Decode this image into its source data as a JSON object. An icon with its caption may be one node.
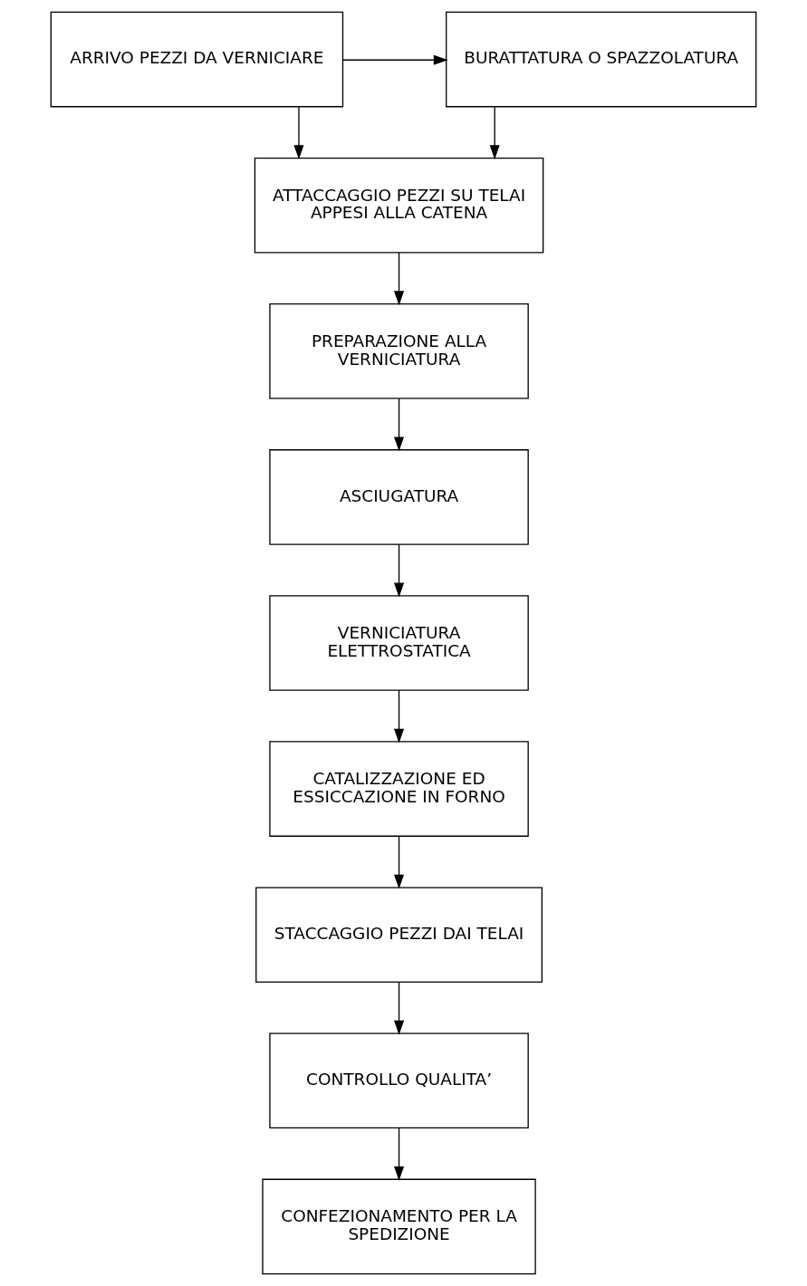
{
  "diagram": {
    "nodes": [
      {
        "text": [
          "ARRIVO PEZZI DA VERNICIARE"
        ]
      },
      {
        "text": [
          "BURATTATURA O SPAZZOLATURA"
        ]
      },
      {
        "text": [
          "ATTACCAGGIO PEZZI SU TELAI APPESI ALLA CATENA"
        ]
      },
      {
        "text": [
          "PREPARAZIONE ALLA VERNICIATURA"
        ]
      },
      {
        "text": [
          "ASCIUGATURA"
        ]
      },
      {
        "text": [
          "VERNICIATURA ELETTROSTATICA"
        ]
      },
      {
        "text": [
          "CATALIZZAZIONE ED ESSICCAZIONE IN FORNO"
        ]
      },
      {
        "text": [
          "STACCAGGIO PEZZI DAI TELAI"
        ]
      },
      {
        "text": [
          "CONTROLLO QUALITA’"
        ]
      },
      {
        "text": [
          "CONFEZIONAMENTO PER LA SPEDIZIONE"
        ]
      }
    ],
    "edges": [
      {
        "from": 0,
        "to": 1,
        "arrow": "to"
      },
      {
        "from": 0,
        "to": 2,
        "arrow": "to"
      },
      {
        "from": 1,
        "to": 2,
        "arrow": "to"
      },
      {
        "from": 2,
        "to": 3,
        "arrow": "to"
      },
      {
        "from": 3,
        "to": 4,
        "arrow": "to"
      },
      {
        "from": 4,
        "to": 5,
        "arrow": "to"
      },
      {
        "from": 5,
        "to": 6,
        "arrow": "to"
      },
      {
        "from": 6,
        "to": 7,
        "arrow": "to"
      },
      {
        "from": 7,
        "to": 8,
        "arrow": "to"
      },
      {
        "from": 8,
        "to": 9,
        "arrow": "to"
      }
    ]
  }
}
